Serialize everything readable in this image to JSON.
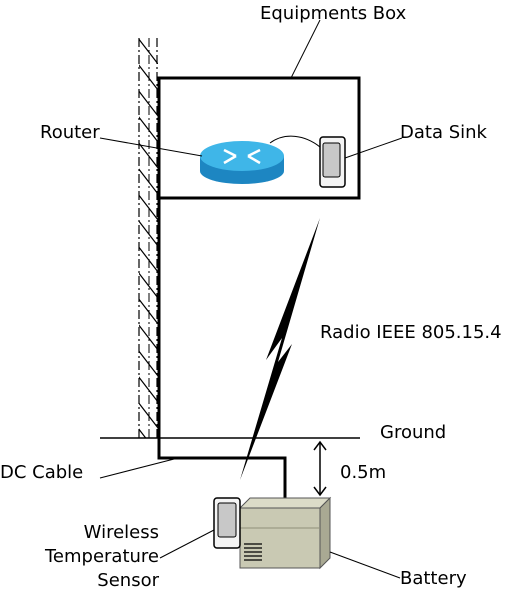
{
  "labels": {
    "equipments_box": "Equipments Box",
    "router": "Router",
    "data_sink": "Data Sink",
    "radio": "Radio IEEE 805.15.4",
    "ground": "Ground",
    "dc_cable": "DC Cable",
    "distance": "0.5m",
    "sensor_line1": "Wireless",
    "sensor_line2": "Temperature",
    "sensor_line3": "Sensor",
    "battery": "Battery"
  },
  "colors": {
    "router_top": "#3fb6e8",
    "router_side": "#1d86c2",
    "battery_body": "#c9c9b3",
    "battery_top": "#dcdcc8",
    "battery_side": "#a9a993",
    "device_screen": "#c8c8c8"
  }
}
